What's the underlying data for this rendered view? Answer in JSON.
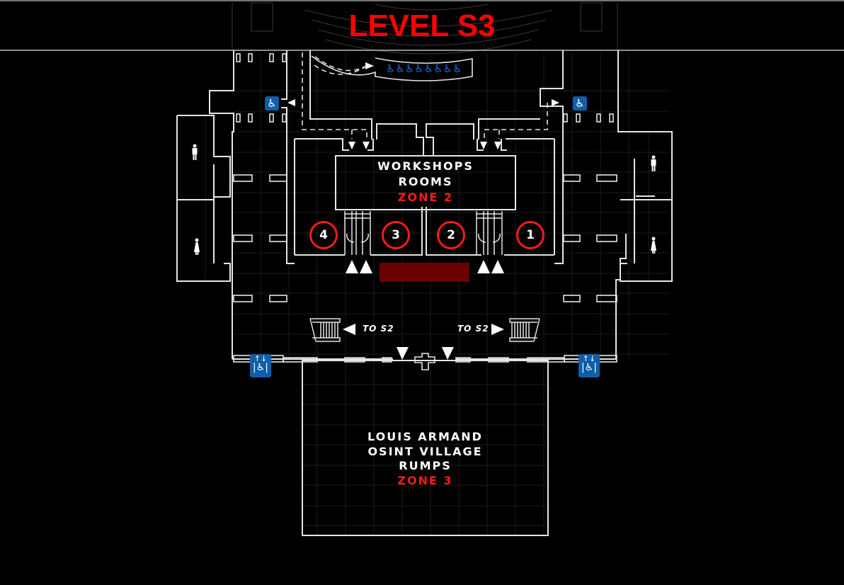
{
  "map": {
    "title": "LEVEL S3",
    "zone2": {
      "lines": [
        "WORKSHOPS",
        "ROOMS"
      ],
      "zone_label": "ZONE 2"
    },
    "zone3": {
      "lines": [
        "LOUIS ARMAND",
        "OSINT VILLAGE",
        "RUMPS"
      ],
      "zone_label": "ZONE 3"
    },
    "rooms": [
      "4",
      "3",
      "2",
      "1"
    ],
    "stairs": {
      "left_label": "TO S2",
      "right_label": "TO S2"
    },
    "icons": {
      "restroom_men": "man-icon",
      "restroom_women": "woman-icon",
      "wheelchair": "wheelchair-icon",
      "elevator": "accessible-elevator-icon"
    },
    "colors": {
      "background": "#000000",
      "walls": "#e6e6e6",
      "accent_red": "#ff1a1a",
      "stage_red": "#6b0000",
      "accessibility_blue": "#0f5ea8"
    }
  }
}
